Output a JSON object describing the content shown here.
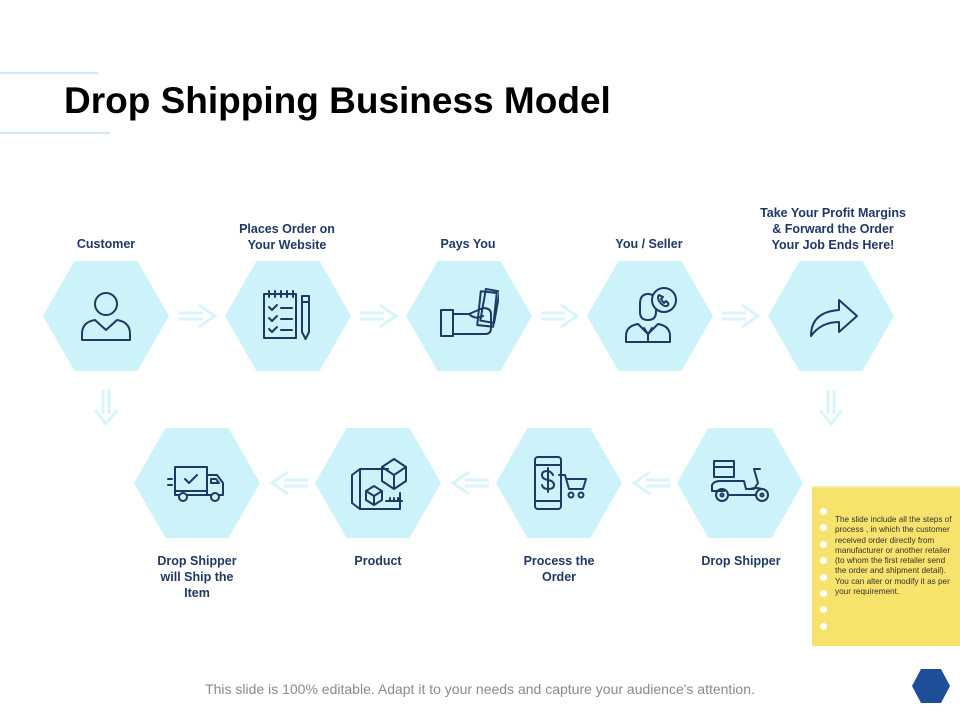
{
  "title": "Drop Shipping Business Model",
  "colors": {
    "hex_fill": "#cdf3fa",
    "icon_stroke": "#1f3864",
    "arrow": "#d9f5fb",
    "note": "#f7e26b",
    "corner_hex": "#1f4e99"
  },
  "steps": [
    {
      "label": "Customer",
      "icon": "user-icon"
    },
    {
      "label": "Places Order on\nYour Website",
      "icon": "checklist-pencil-icon"
    },
    {
      "label": "Pays You",
      "icon": "hand-money-icon"
    },
    {
      "label": "You / Seller",
      "icon": "person-phone-icon"
    },
    {
      "label": "Take Your Profit Margins\n& Forward the Order\nYour Job Ends Here!",
      "icon": "forward-arrow-icon"
    },
    {
      "label": "Drop Shipper",
      "icon": "delivery-scooter-icon"
    },
    {
      "label": "Process the\nOrder",
      "icon": "mobile-shopping-icon"
    },
    {
      "label": "Product",
      "icon": "package-blueprint-icon"
    },
    {
      "label": "Drop Shipper\nwill Ship the\nItem",
      "icon": "delivery-truck-icon"
    }
  ],
  "note": "The slide include all the steps of process , in which the customer received order directly from manufacturer or another retailer (to whom the first retailer send the order and shipment detail).  You can alter or modify it as per your requirement.",
  "footer": "This slide is 100% editable. Adapt it to your needs and capture your audience's attention."
}
